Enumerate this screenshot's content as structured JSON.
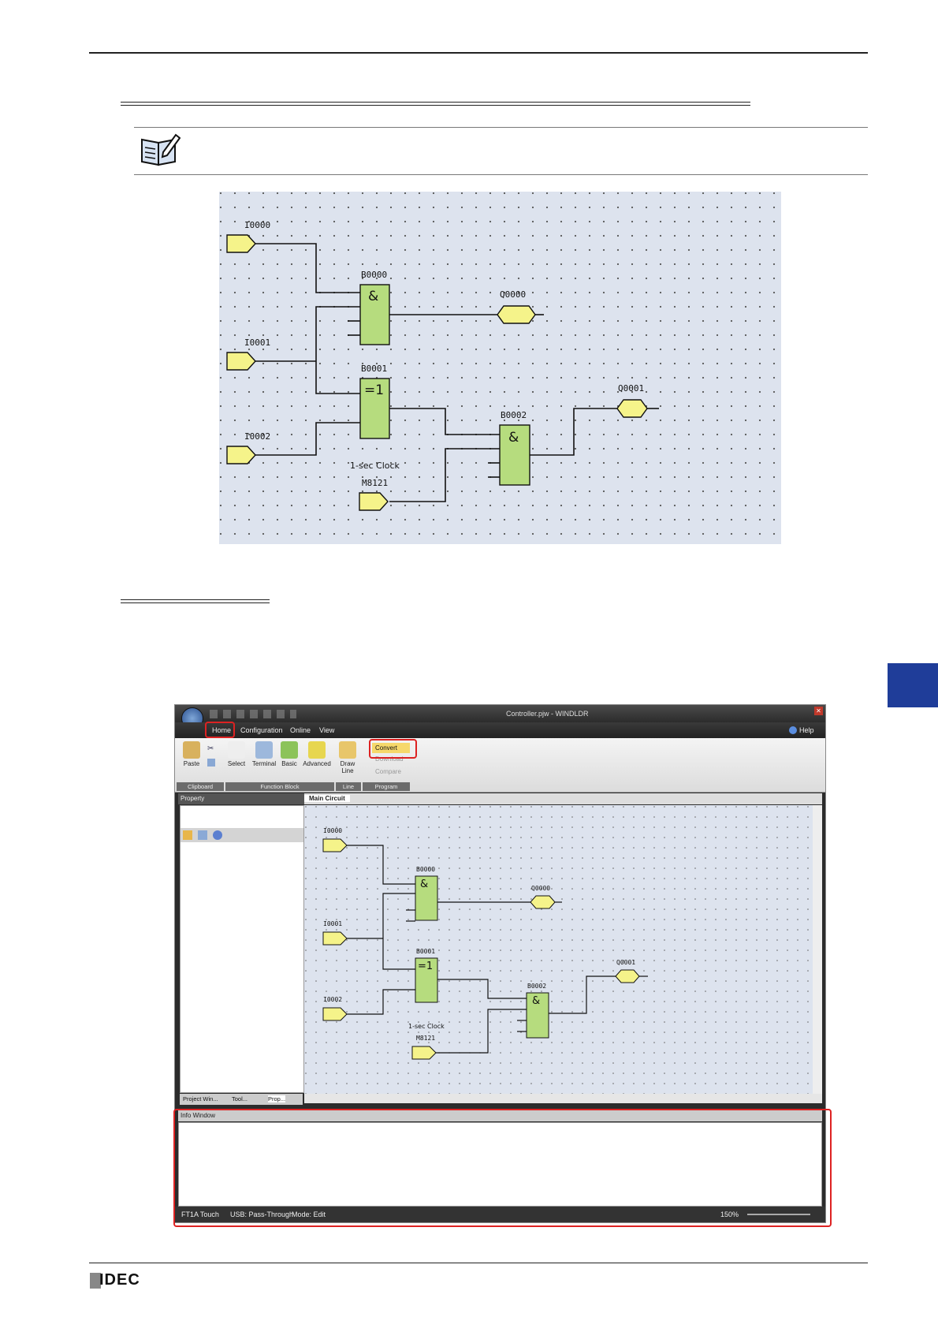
{
  "diagram": {
    "inputs": [
      "I0000",
      "I0001",
      "I0002",
      "M8121"
    ],
    "blocks": [
      {
        "name": "B0000",
        "op": "&"
      },
      {
        "name": "B0001",
        "op": "=1"
      },
      {
        "name": "B0002",
        "op": "&"
      }
    ],
    "outputs": [
      "Q0000",
      "Q0001"
    ],
    "clock_label": "1-sec Clock"
  },
  "window": {
    "title": "Controller.pjw - WINDLDR",
    "menu": [
      "Home",
      "Configuration",
      "Online",
      "View"
    ],
    "help_label": "Help",
    "ribbon": {
      "paste": "Paste",
      "select": "Select",
      "terminal": "Terminal",
      "basic": "Basic",
      "advanced": "Advanced",
      "draw_line": "Draw Line",
      "convert": "Convert",
      "download": "Download",
      "compare": "Compare",
      "groups": [
        "Clipboard",
        "Function Block",
        "Line",
        "Program"
      ]
    },
    "property_title": "Property",
    "main_tab": "Main Circuit",
    "bottom_tabs": [
      "Project Win...",
      "Tool...",
      "Prop..."
    ],
    "info_window": "Info Window",
    "status": {
      "plc": "FT1A Touch",
      "comm": "USB: Pass-Through",
      "mode": "Mode: Edit",
      "zoom": "150%"
    }
  },
  "footer": {
    "logo": "IDEC"
  }
}
